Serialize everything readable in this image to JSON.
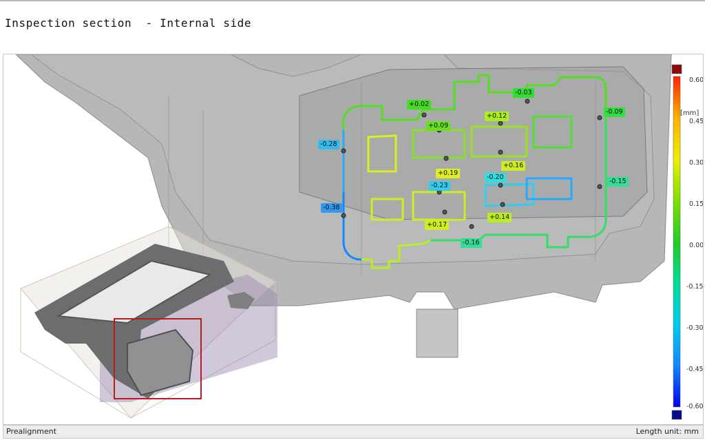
{
  "page": {
    "title": "Inspection section  - Internal side"
  },
  "legend": {
    "unit_label": "[mm]",
    "ticks": [
      "0.60",
      "0.45",
      "0.30",
      "0.15",
      "0.00",
      "-0.15",
      "-0.30",
      "-0.45",
      "-0.60"
    ],
    "colors": [
      "#ff2200",
      "#ffb000",
      "#eeee00",
      "#7ee000",
      "#22cc22",
      "#00dd99",
      "#00ccee",
      "#1188ff",
      "#0000ee"
    ],
    "overflow_color": "#8b0a0a",
    "underflow_color": "#0a0a8a"
  },
  "deviations": [
    {
      "value": "+0.02",
      "color": "#44dd22"
    },
    {
      "value": "-0.03",
      "color": "#33dd33"
    },
    {
      "value": "-0.09",
      "color": "#33dd44"
    },
    {
      "value": "+0.09",
      "color": "#66e022"
    },
    {
      "value": "+0.12",
      "color": "#aaee22"
    },
    {
      "value": "-0.28",
      "color": "#33bbee"
    },
    {
      "value": "+0.16",
      "color": "#ccee22"
    },
    {
      "value": "+0.19",
      "color": "#ddee22"
    },
    {
      "value": "-0.20",
      "color": "#33dddd"
    },
    {
      "value": "-0.23",
      "color": "#33ccee"
    },
    {
      "value": "-0.15",
      "color": "#33dd99"
    },
    {
      "value": "-0.38",
      "color": "#3399ee"
    },
    {
      "value": "+0.17",
      "color": "#ccee22"
    },
    {
      "value": "+0.14",
      "color": "#bbee22"
    },
    {
      "value": "-0.16",
      "color": "#33dd99"
    }
  ],
  "status": {
    "left": "Prealignment",
    "right": "Length unit: mm"
  }
}
